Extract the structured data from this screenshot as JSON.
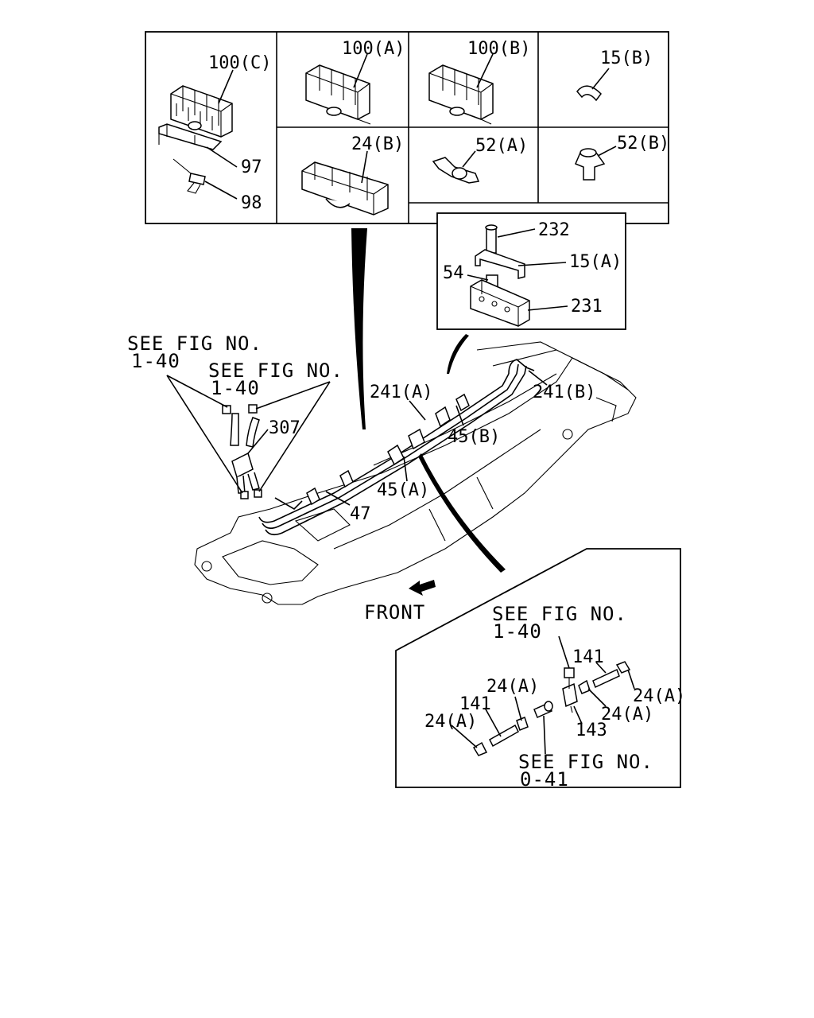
{
  "labels": {
    "p100c": "100(C)",
    "p100a": "100(A)",
    "p100b": "100(B)",
    "p15b": "15(B)",
    "p97": "97",
    "p98": "98",
    "p24b": "24(B)",
    "p52a": "52(A)",
    "p52b": "52(B)",
    "p232": "232",
    "p15a": "15(A)",
    "p54": "54",
    "p231": "231",
    "see1_line1": "SEE FIG NO.",
    "see1_line2": "1-40",
    "see2_line1": "SEE FIG NO.",
    "see2_line2": "1-40",
    "p307": "307",
    "p241a": "241(A)",
    "p241b": "241(B)",
    "p45b": "45(B)",
    "p45a": "45(A)",
    "p47": "47",
    "front": "FRONT",
    "see3_line1": "SEE FIG NO.",
    "see3_line2": "1-40",
    "p141_top": "141",
    "p24a_right1": "24(A)",
    "p24a_right2": "24(A)",
    "p143": "143",
    "p24a_mid": "24(A)",
    "p141_left": "141",
    "p24a_left": "24(A)",
    "see4_line1": "SEE FIG NO.",
    "see4_line2": "0-41"
  }
}
